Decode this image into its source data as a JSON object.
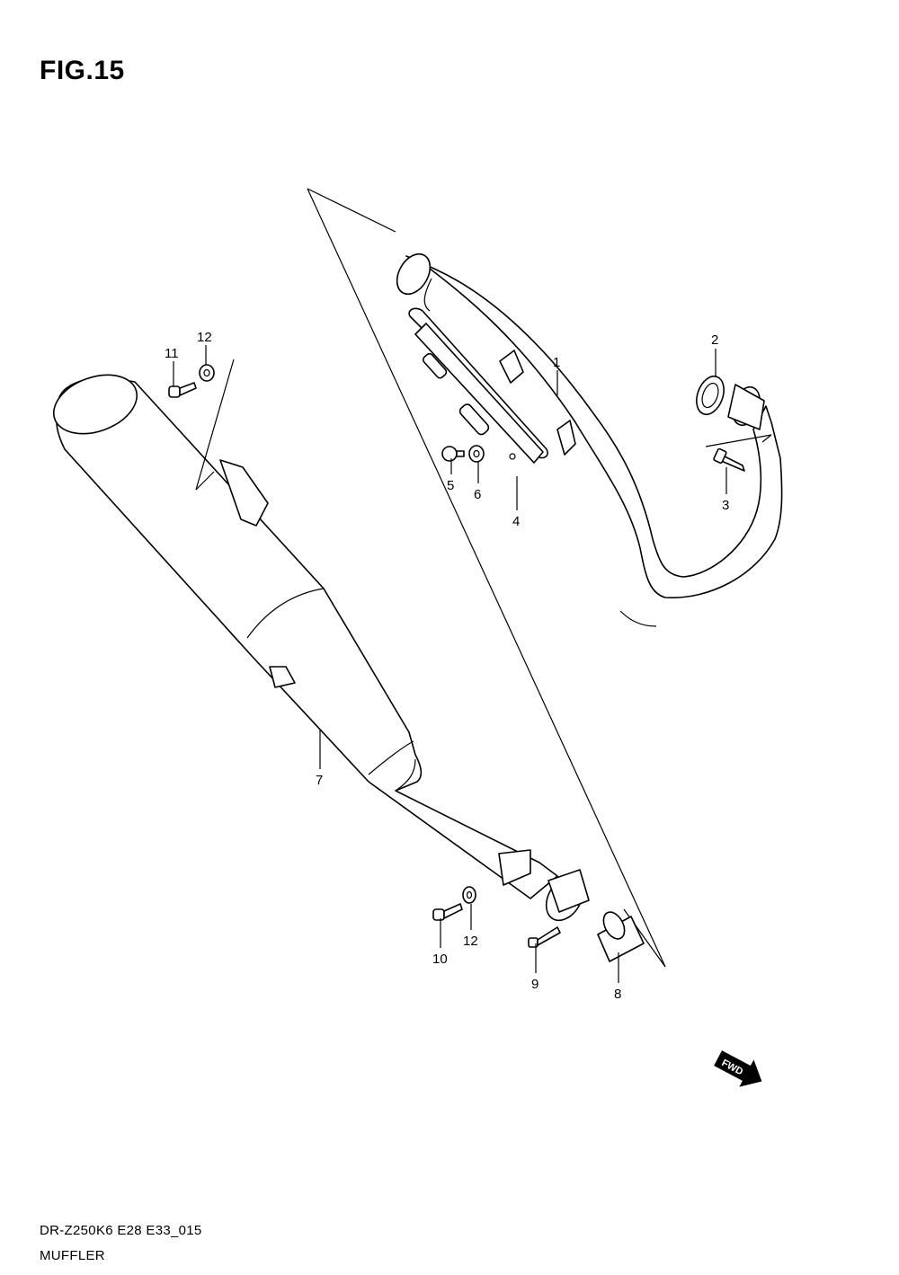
{
  "figure": {
    "title": "FIG.15"
  },
  "diagram": {
    "callouts": [
      {
        "id": "c1",
        "label": "1"
      },
      {
        "id": "c2",
        "label": "2"
      },
      {
        "id": "c3",
        "label": "3"
      },
      {
        "id": "c4",
        "label": "4"
      },
      {
        "id": "c5",
        "label": "5"
      },
      {
        "id": "c6",
        "label": "6"
      },
      {
        "id": "c7",
        "label": "7"
      },
      {
        "id": "c8",
        "label": "8"
      },
      {
        "id": "c9",
        "label": "9"
      },
      {
        "id": "c10",
        "label": "10"
      },
      {
        "id": "c11",
        "label": "11"
      },
      {
        "id": "c12a",
        "label": "12"
      },
      {
        "id": "c12b",
        "label": "12"
      }
    ],
    "direction_badge": "FWD"
  },
  "footer": {
    "model_code": "DR-Z250K6 E28 E33_015",
    "section_name": "MUFFLER"
  }
}
